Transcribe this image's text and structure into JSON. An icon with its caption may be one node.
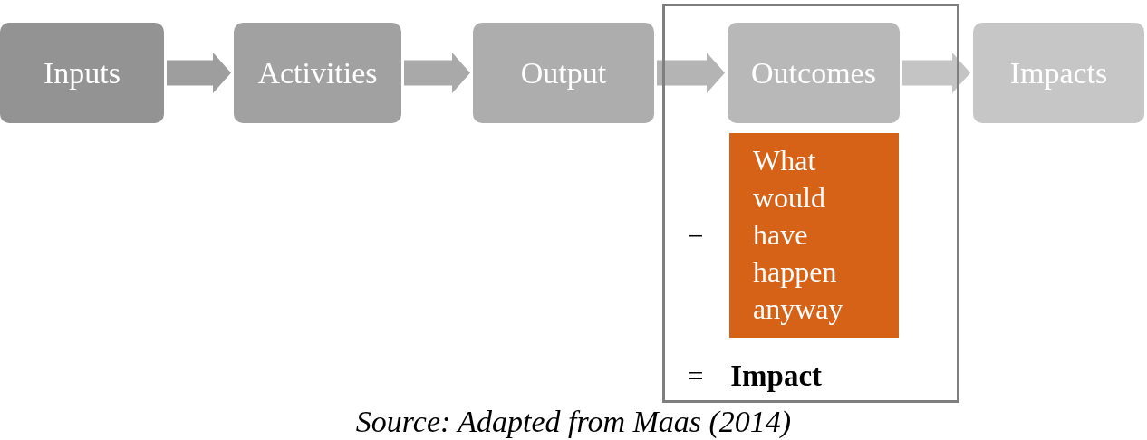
{
  "diagram": {
    "caption": "Source: Adapted from Maas (2014)",
    "nodes": [
      {
        "text": [
          "Inputs"
        ]
      },
      {
        "text": [
          "Activities"
        ]
      },
      {
        "text": [
          "Output"
        ]
      },
      {
        "text": [
          "−",
          "= **Impact**"
        ]
      },
      {
        "text": [
          "Outcomes"
        ],
        "in": 3
      },
      {
        "text": [
          "What would have happen anyway"
        ],
        "in": 3
      },
      {
        "text": [
          "Impacts"
        ]
      }
    ],
    "edges": [
      {
        "from": 0,
        "to": 1,
        "arrow": "to",
        "color": "#9e9e9e"
      },
      {
        "from": 1,
        "to": 2,
        "arrow": "to",
        "color": "#a9a9a9"
      },
      {
        "from": 2,
        "to": 4,
        "arrow": "to",
        "color": "#b4b4b4"
      },
      {
        "from": 4,
        "to": 6,
        "arrow": "to",
        "color": "#c4c4c4"
      }
    ]
  }
}
